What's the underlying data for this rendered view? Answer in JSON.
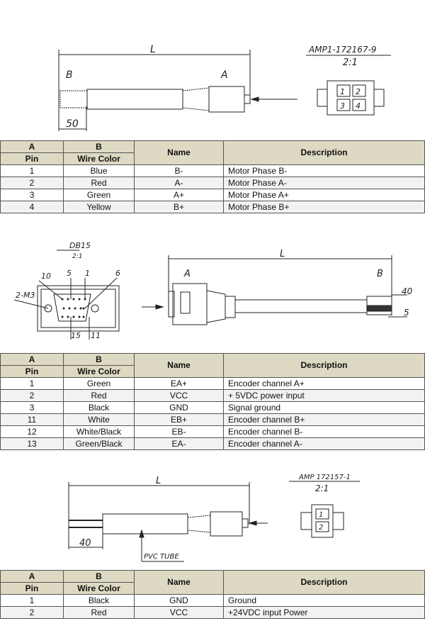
{
  "section1": {
    "drawing": {
      "length_label": "L",
      "end_a": "A",
      "end_b": "B",
      "strip_dim": "50",
      "connector_title": "AMP1-172167-9",
      "scale": "2:1",
      "pins": [
        "1",
        "2",
        "3",
        "4"
      ]
    },
    "table": {
      "header": {
        "col_a": "A",
        "col_a_sub": "Pin",
        "col_b": "B",
        "col_b_sub": "Wire Color",
        "name": "Name",
        "description": "Description"
      },
      "rows": [
        {
          "pin": "1",
          "color": "Blue",
          "name": "B-",
          "desc": "Motor Phase B-"
        },
        {
          "pin": "2",
          "color": "Red",
          "name": "A-",
          "desc": "Motor Phase A-"
        },
        {
          "pin": "3",
          "color": "Green",
          "name": "A+",
          "desc": "Motor Phase A+"
        },
        {
          "pin": "4",
          "color": "Yellow",
          "name": "B+",
          "desc": "Motor Phase B+"
        }
      ]
    }
  },
  "section2": {
    "drawing": {
      "connector_title": "DB15",
      "scale": "2:1",
      "screw_label": "2-M3",
      "pin_labels": [
        "10",
        "5",
        "1",
        "6",
        "15",
        "11"
      ],
      "length_label": "L",
      "end_a": "A",
      "end_b": "B",
      "dim_40": "40",
      "dim_5": "5"
    },
    "table": {
      "header": {
        "col_a": "A",
        "col_a_sub": "Pin",
        "col_b": "B",
        "col_b_sub": "Wire Color",
        "name": "Name",
        "description": "Description"
      },
      "rows": [
        {
          "pin": "1",
          "color": "Green",
          "name": "EA+",
          "desc": "Encoder channel A+"
        },
        {
          "pin": "2",
          "color": "Red",
          "name": "VCC",
          "desc": "+ 5VDC power input"
        },
        {
          "pin": "3",
          "color": "Black",
          "name": "GND",
          "desc": "Signal ground"
        },
        {
          "pin": "11",
          "color": "White",
          "name": "EB+",
          "desc": "Encoder channel B+"
        },
        {
          "pin": "12",
          "color": "White/Black",
          "name": "EB-",
          "desc": "Encoder channel B-"
        },
        {
          "pin": "13",
          "color": "Green/Black",
          "name": "EA-",
          "desc": "Encoder channel A-"
        }
      ]
    }
  },
  "section3": {
    "drawing": {
      "length_label": "L",
      "strip_dim": "40",
      "tube_label": "PVC TUBE",
      "connector_title": "AMP 172157-1",
      "scale": "2:1",
      "pins": [
        "1",
        "2"
      ]
    },
    "table": {
      "header": {
        "col_a": "A",
        "col_a_sub": "Pin",
        "col_b": "B",
        "col_b_sub": "Wire Color",
        "name": "Name",
        "description": "Description"
      },
      "rows": [
        {
          "pin": "1",
          "color": "Black",
          "name": "GND",
          "desc": "Ground"
        },
        {
          "pin": "2",
          "color": "Red",
          "name": "VCC",
          "desc": "+24VDC input Power"
        }
      ]
    }
  }
}
